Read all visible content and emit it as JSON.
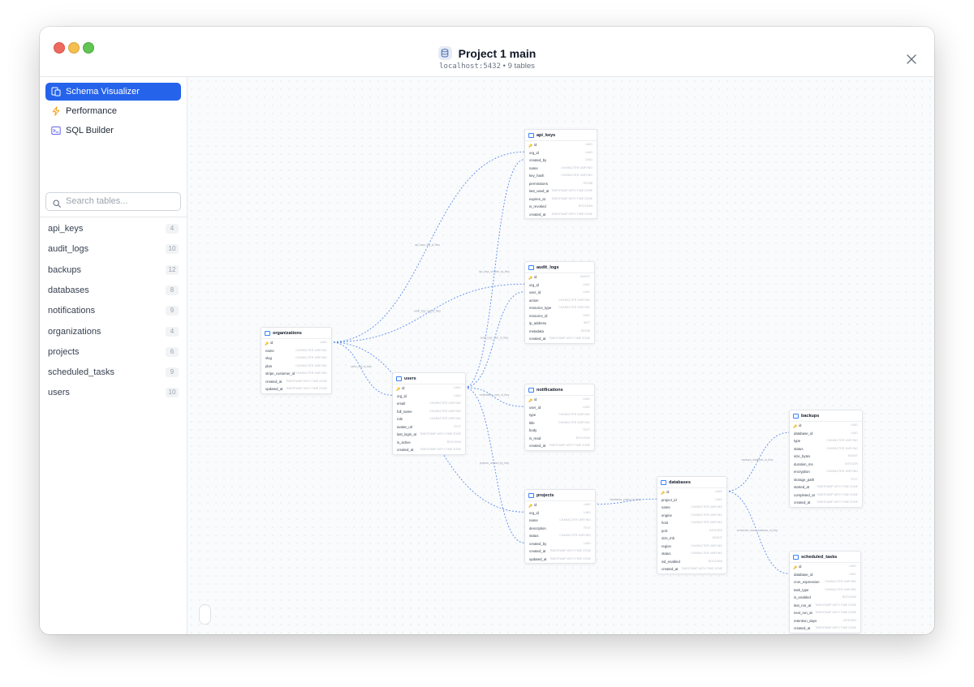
{
  "header": {
    "title": "Project 1 main",
    "host": "localhost:5432",
    "separator": "•",
    "table_count": "9 tables"
  },
  "nav": [
    {
      "label": "Schema Visualizer",
      "icon": "schema-icon",
      "active": true
    },
    {
      "label": "Performance",
      "icon": "lightning-icon",
      "active": false
    },
    {
      "label": "SQL Builder",
      "icon": "terminal-icon",
      "active": false
    }
  ],
  "search": {
    "placeholder": "Search tables..."
  },
  "table_list": [
    {
      "name": "api_keys",
      "count": "4"
    },
    {
      "name": "audit_logs",
      "count": "10"
    },
    {
      "name": "backups",
      "count": "12"
    },
    {
      "name": "databases",
      "count": "8"
    },
    {
      "name": "notifications",
      "count": "9"
    },
    {
      "name": "organizations",
      "count": "4"
    },
    {
      "name": "projects",
      "count": "6"
    },
    {
      "name": "scheduled_tasks",
      "count": "9"
    },
    {
      "name": "users",
      "count": "10"
    }
  ],
  "colors": {
    "accent": "#2563eb",
    "edge": "#5b8def",
    "pk_icon": "#eab308"
  },
  "tables": {
    "api_keys": {
      "title": "api_keys",
      "columns": [
        {
          "name": "id",
          "type": "UUID",
          "pk": true
        },
        {
          "name": "org_id",
          "type": "UUID"
        },
        {
          "name": "created_by",
          "type": "UUID"
        },
        {
          "name": "name",
          "type": "CHARACTER VARYING"
        },
        {
          "name": "key_hash",
          "type": "CHARACTER VARYING"
        },
        {
          "name": "permissions",
          "type": "JSONB"
        },
        {
          "name": "last_used_at",
          "type": "TIMESTAMP WITH TIME ZONE"
        },
        {
          "name": "expires_at",
          "type": "TIMESTAMP WITH TIME ZONE"
        },
        {
          "name": "is_revoked",
          "type": "BOOLEAN"
        },
        {
          "name": "created_at",
          "type": "TIMESTAMP WITH TIME ZONE"
        }
      ]
    },
    "audit_logs": {
      "title": "audit_logs",
      "columns": [
        {
          "name": "id",
          "type": "BIGINT",
          "pk": true
        },
        {
          "name": "org_id",
          "type": "UUID"
        },
        {
          "name": "user_id",
          "type": "UUID"
        },
        {
          "name": "action",
          "type": "CHARACTER VARYING"
        },
        {
          "name": "resource_type",
          "type": "CHARACTER VARYING"
        },
        {
          "name": "resource_id",
          "type": "UUID"
        },
        {
          "name": "ip_address",
          "type": "INET"
        },
        {
          "name": "metadata",
          "type": "JSONB"
        },
        {
          "name": "created_at",
          "type": "TIMESTAMP WITH TIME ZONE"
        }
      ]
    },
    "organizations": {
      "title": "organizations",
      "columns": [
        {
          "name": "id",
          "type": "UUID",
          "pk": true
        },
        {
          "name": "name",
          "type": "CHARACTER VARYING"
        },
        {
          "name": "slug",
          "type": "CHARACTER VARYING"
        },
        {
          "name": "plan",
          "type": "CHARACTER VARYING"
        },
        {
          "name": "stripe_customer_id",
          "type": "CHARACTER VARYING"
        },
        {
          "name": "created_at",
          "type": "TIMESTAMP WITH TIME ZONE"
        },
        {
          "name": "updated_at",
          "type": "TIMESTAMP WITH TIME ZONE"
        }
      ]
    },
    "users": {
      "title": "users",
      "columns": [
        {
          "name": "id",
          "type": "UUID",
          "pk": true
        },
        {
          "name": "org_id",
          "type": "UUID"
        },
        {
          "name": "email",
          "type": "CHARACTER VARYING"
        },
        {
          "name": "full_name",
          "type": "CHARACTER VARYING"
        },
        {
          "name": "role",
          "type": "CHARACTER VARYING"
        },
        {
          "name": "avatar_url",
          "type": "TEXT"
        },
        {
          "name": "last_login_at",
          "type": "TIMESTAMP WITH TIME ZONE"
        },
        {
          "name": "is_active",
          "type": "BOOLEAN"
        },
        {
          "name": "created_at",
          "type": "TIMESTAMP WITH TIME ZONE"
        }
      ]
    },
    "notifications": {
      "title": "notifications",
      "columns": [
        {
          "name": "id",
          "type": "UUID",
          "pk": true
        },
        {
          "name": "user_id",
          "type": "UUID"
        },
        {
          "name": "type",
          "type": "CHARACTER VARYING"
        },
        {
          "name": "title",
          "type": "CHARACTER VARYING"
        },
        {
          "name": "body",
          "type": "TEXT"
        },
        {
          "name": "is_read",
          "type": "BOOLEAN"
        },
        {
          "name": "created_at",
          "type": "TIMESTAMP WITH TIME ZONE"
        }
      ]
    },
    "projects": {
      "title": "projects",
      "columns": [
        {
          "name": "id",
          "type": "UUID",
          "pk": true
        },
        {
          "name": "org_id",
          "type": "UUID"
        },
        {
          "name": "name",
          "type": "CHARACTER VARYING"
        },
        {
          "name": "description",
          "type": "TEXT"
        },
        {
          "name": "status",
          "type": "CHARACTER VARYING"
        },
        {
          "name": "created_by",
          "type": "UUID"
        },
        {
          "name": "created_at",
          "type": "TIMESTAMP WITH TIME ZONE"
        },
        {
          "name": "updated_at",
          "type": "TIMESTAMP WITH TIME ZONE"
        }
      ]
    },
    "databases": {
      "title": "databases",
      "columns": [
        {
          "name": "id",
          "type": "UUID",
          "pk": true
        },
        {
          "name": "project_id",
          "type": "UUID"
        },
        {
          "name": "name",
          "type": "CHARACTER VARYING"
        },
        {
          "name": "engine",
          "type": "CHARACTER VARYING"
        },
        {
          "name": "host",
          "type": "CHARACTER VARYING"
        },
        {
          "name": "port",
          "type": "INTEGER"
        },
        {
          "name": "size_mb",
          "type": "BIGINT"
        },
        {
          "name": "region",
          "type": "CHARACTER VARYING"
        },
        {
          "name": "status",
          "type": "CHARACTER VARYING"
        },
        {
          "name": "ssl_enabled",
          "type": "BOOLEAN"
        },
        {
          "name": "created_at",
          "type": "TIMESTAMP WITH TIME ZONE"
        }
      ]
    },
    "backups": {
      "title": "backups",
      "columns": [
        {
          "name": "id",
          "type": "UUID",
          "pk": true
        },
        {
          "name": "database_id",
          "type": "UUID"
        },
        {
          "name": "type",
          "type": "CHARACTER VARYING"
        },
        {
          "name": "status",
          "type": "CHARACTER VARYING"
        },
        {
          "name": "size_bytes",
          "type": "BIGINT"
        },
        {
          "name": "duration_ms",
          "type": "INTEGER"
        },
        {
          "name": "encryption",
          "type": "CHARACTER VARYING"
        },
        {
          "name": "storage_path",
          "type": "TEXT"
        },
        {
          "name": "started_at",
          "type": "TIMESTAMP WITH TIME ZONE"
        },
        {
          "name": "completed_at",
          "type": "TIMESTAMP WITH TIME ZONE"
        },
        {
          "name": "created_at",
          "type": "TIMESTAMP WITH TIME ZONE"
        }
      ]
    },
    "scheduled_tasks": {
      "title": "scheduled_tasks",
      "columns": [
        {
          "name": "id",
          "type": "UUID",
          "pk": true
        },
        {
          "name": "database_id",
          "type": "UUID"
        },
        {
          "name": "cron_expression",
          "type": "CHARACTER VARYING"
        },
        {
          "name": "task_type",
          "type": "CHARACTER VARYING"
        },
        {
          "name": "is_enabled",
          "type": "BOOLEAN"
        },
        {
          "name": "last_run_at",
          "type": "TIMESTAMP WITH TIME ZONE"
        },
        {
          "name": "next_run_at",
          "type": "TIMESTAMP WITH TIME ZONE"
        },
        {
          "name": "retention_days",
          "type": "INTEGER"
        },
        {
          "name": "created_at",
          "type": "TIMESTAMP WITH TIME ZONE"
        }
      ]
    }
  },
  "edge_labels": [
    "api_keys_org_id_fkey",
    "api_keys_created_by_fkey",
    "audit_logs_org_id_fkey",
    "audit_logs_user_id_fkey",
    "users_org_id_fkey",
    "notifications_user_id_fkey",
    "projects_created_by_fkey",
    "databases_project_id_fkey",
    "backups_database_id_fkey",
    "scheduled_tasks_database_id_fkey"
  ]
}
